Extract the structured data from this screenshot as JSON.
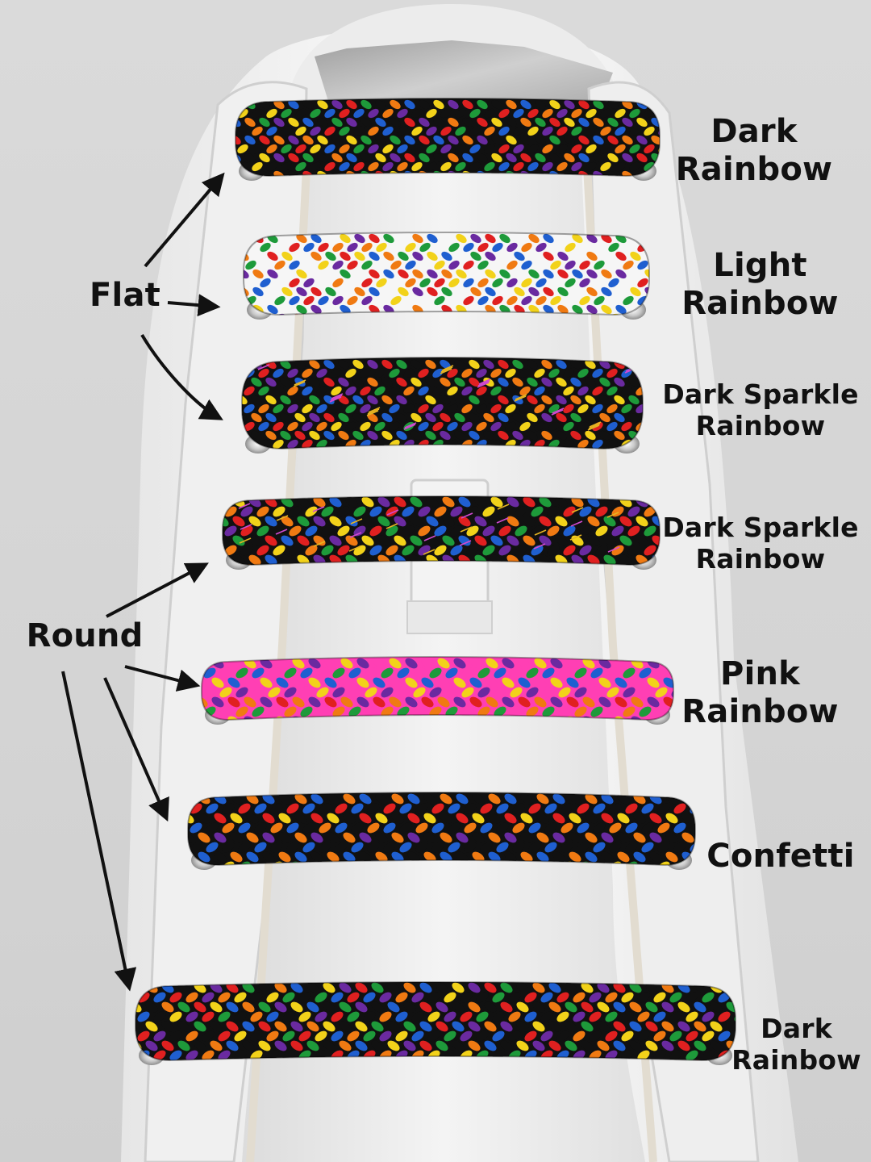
{
  "colors": {
    "background": "#d8d8d8",
    "shoe": "#f2f2f2",
    "text": "#111111",
    "rainbow": [
      "#e02020",
      "#f07a12",
      "#f2d21a",
      "#1e9a3a",
      "#1f5fd0",
      "#6a2aa0"
    ],
    "pink": "#ff3fb4",
    "black": "#111111",
    "white": "#f6f6f6",
    "glitter": "#b9b9b9"
  },
  "group_labels": {
    "flat": "Flat",
    "round": "Round"
  },
  "laces": [
    {
      "kind": "flat",
      "style": "dark",
      "name": [
        "Dark",
        "Rainbow"
      ]
    },
    {
      "kind": "flat",
      "style": "light",
      "name": [
        "Light",
        "Rainbow"
      ]
    },
    {
      "kind": "flat",
      "style": "sparkle",
      "name": [
        "Dark Sparkle",
        "Rainbow"
      ]
    },
    {
      "kind": "round",
      "style": "sparkle",
      "name": [
        "Dark Sparkle",
        "Rainbow"
      ]
    },
    {
      "kind": "round",
      "style": "pink",
      "name": [
        "Pink",
        "Rainbow"
      ]
    },
    {
      "kind": "round",
      "style": "confetti",
      "name": [
        "Confetti"
      ]
    },
    {
      "kind": "round",
      "style": "dark",
      "name": [
        "Dark",
        "Rainbow"
      ]
    }
  ]
}
